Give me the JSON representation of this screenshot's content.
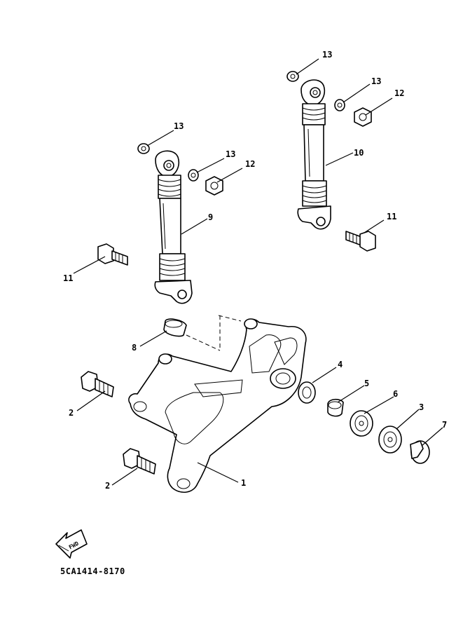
{
  "labels": {
    "l1": "1",
    "l2a": "2",
    "l2b": "2",
    "l3": "3",
    "l4": "4",
    "l5": "5",
    "l6": "6",
    "l7": "7",
    "l8": "8",
    "l9": "9",
    "l10": "10",
    "l11a": "11",
    "l11b": "11",
    "l12a": "12",
    "l12b": "12",
    "l13a": "13",
    "l13b": "13",
    "l13c": "13",
    "l13d": "13"
  },
  "fwd_arrow_text": "FWD",
  "drawing_code": "5CA1414-8170"
}
